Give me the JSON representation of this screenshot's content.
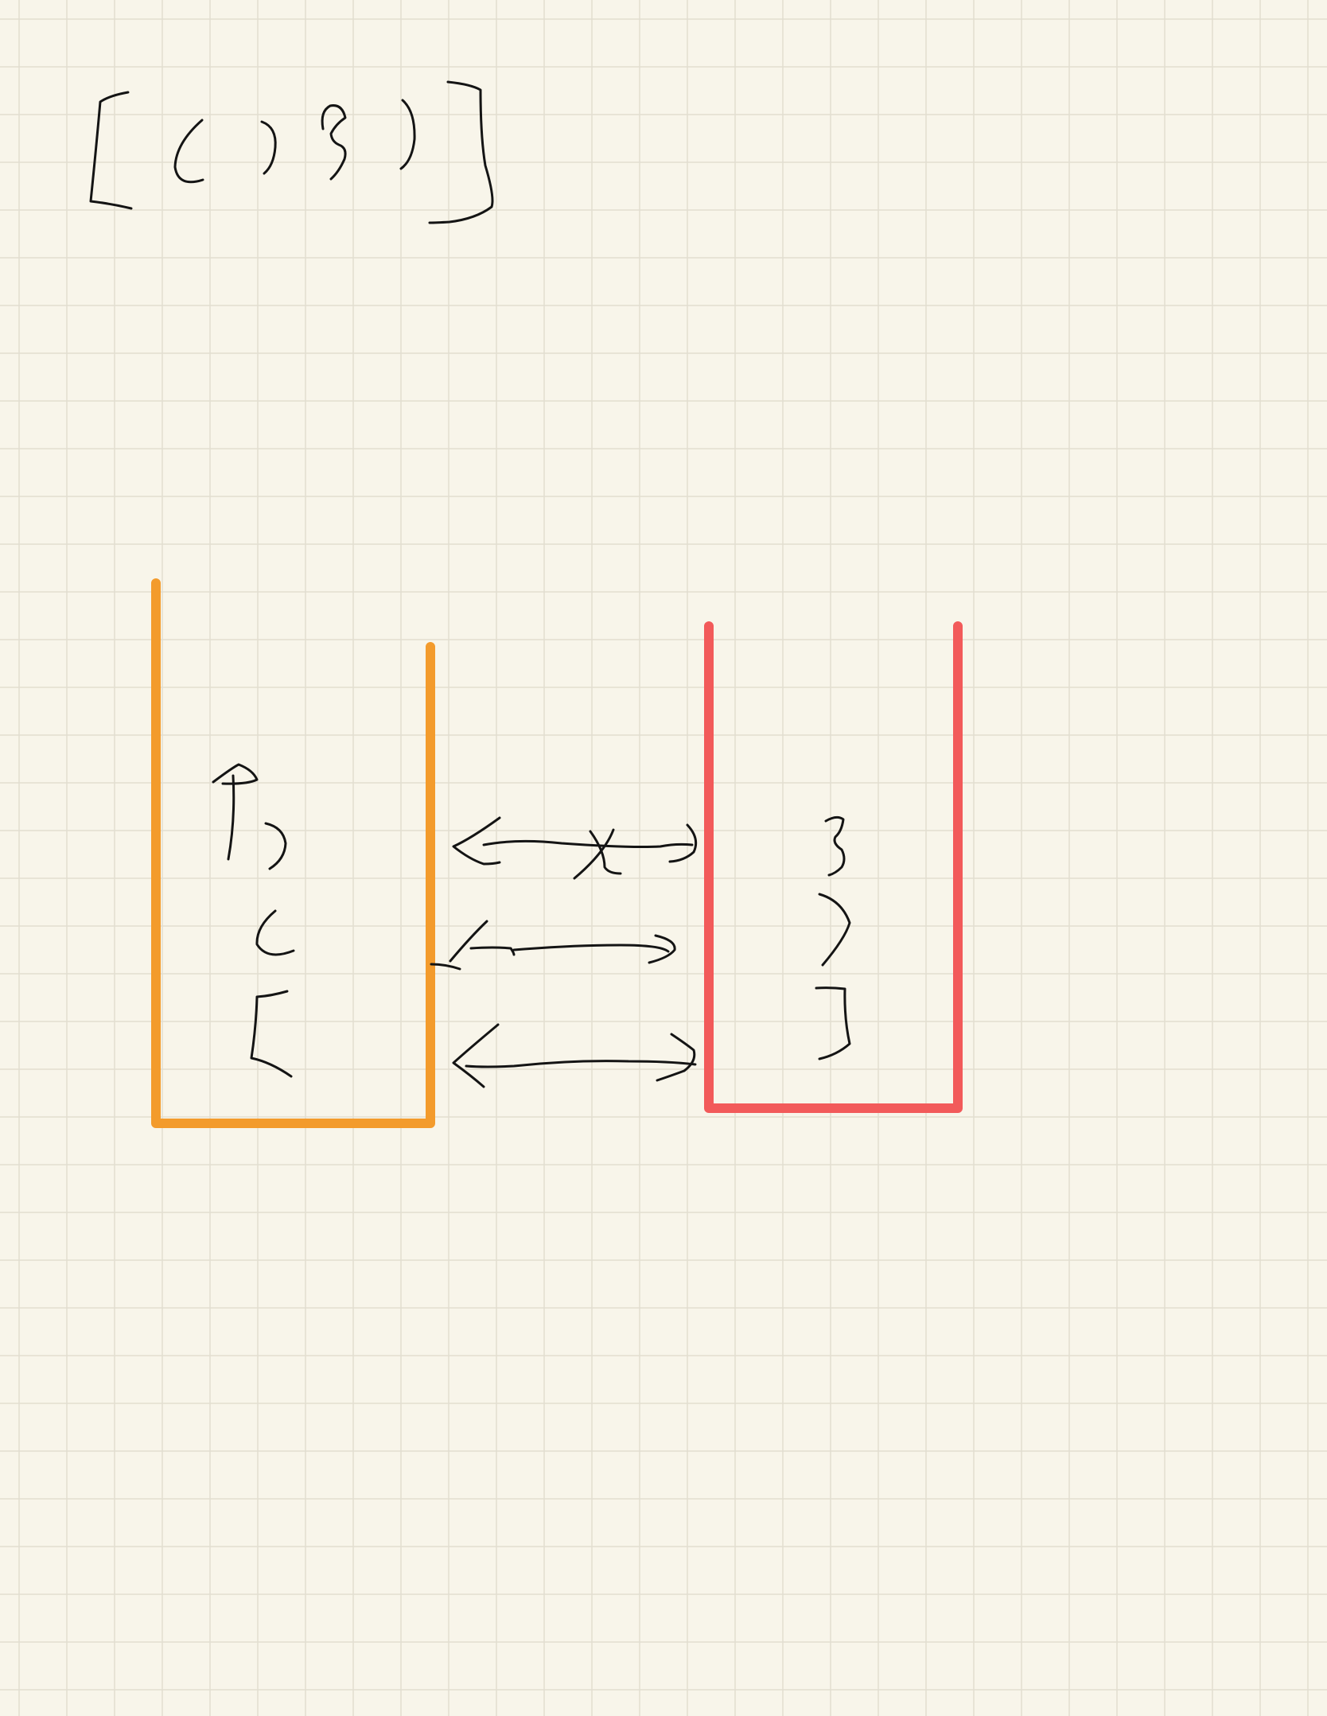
{
  "paper": {
    "background_color": "#f8f5ea",
    "grid_color": "#e2ded0",
    "ink_color": "#141414"
  },
  "expression": {
    "symbols": [
      "[",
      "(",
      ")",
      "{",
      "}",
      "]"
    ]
  },
  "left_stack": {
    "color": "#f39b2c",
    "contents_top_to_bottom": [
      "(",
      "(",
      "["
    ],
    "push_arrow": "up-arrow"
  },
  "right_stack": {
    "color": "#f25a5a",
    "contents_top_to_bottom": [
      "}",
      ")",
      "]"
    ]
  },
  "comparisons": [
    {
      "left": "(",
      "right": "}",
      "result": "crossed-out"
    },
    {
      "left": "(",
      "right": ")",
      "result": "match"
    },
    {
      "left": "[",
      "right": "]",
      "result": "match"
    }
  ]
}
